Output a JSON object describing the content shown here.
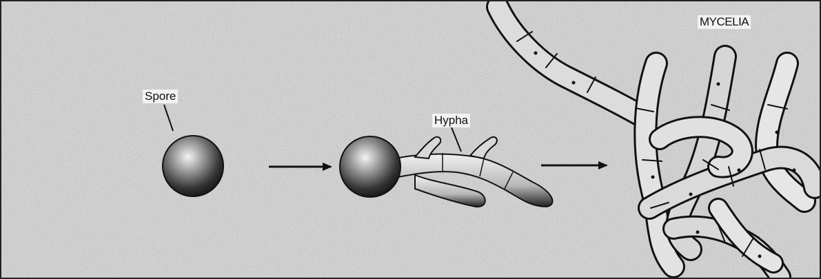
{
  "labels": {
    "spore": "Spore",
    "hypha": "Hypha",
    "mycelia": "MYCELIA"
  },
  "colors": {
    "background": "#bdbdbd",
    "ink": "#111111",
    "hypha_fill": "#e4e4e4",
    "spore_dark": "#1a1a1a"
  }
}
